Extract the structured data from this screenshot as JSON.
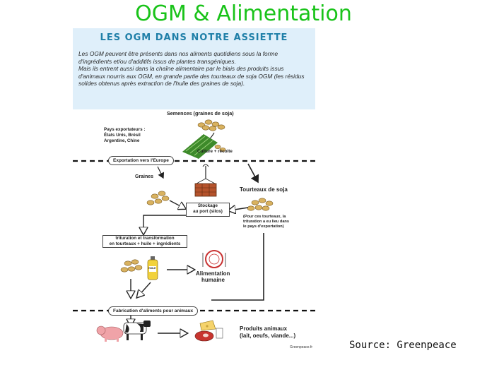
{
  "slide": {
    "title": "OGM & Alimentation",
    "source": "Source: Greenpeace"
  },
  "poster": {
    "title": "LES OGM DANS NOTRE ASSIETTE",
    "intro_1": "Les OGM peuvent être présents dans nos aliments quotidiens sous la forme d'ingrédients et/ou d'additifs issus de plantes transgéniques.",
    "intro_2": "Mais ils entrent aussi dans la chaîne alimentaire par le biais des produits issus d'animaux nourris aux OGM, en grande partie des tourteaux de soja OGM (les résidus solides obtenus après extraction de l'huile des graines de soja).",
    "seeds_label": "Semences (graines de soja)",
    "exporters_line1": "Pays exportateurs :",
    "exporters_line2": "États Unis, Brésil",
    "exporters_line3": "Argentine, Chine",
    "culture_label": "Culture + récolte",
    "export_label": "Exportation vers l'Europe",
    "grains_label": "Graines",
    "cakes_label": "Tourteaux de soja",
    "storage_line1": "Stockage",
    "storage_line2": "au port (silos)",
    "cakes_note_1": "(Pour ces tourteaux, la",
    "cakes_note_2": "trituration a eu lieu dans",
    "cakes_note_3": "le pays d'exportation)",
    "trituration_line1": "trituration et transformation",
    "trituration_line2": "en tourteaux + huile + ingrédients",
    "bottle_label": "HUILE",
    "human_food_line1": "Alimentation",
    "human_food_line2": "humaine",
    "animal_feed_label": "Fabrication d'aliments pour animaux",
    "animal_products_line1": "Produits animaux",
    "animal_products_line2": "(lait, oeufs, viande...)",
    "credit": "Greenpeace.fr"
  },
  "colors": {
    "title_green": "#19c319",
    "poster_bg": "#dfeffa",
    "poster_title": "#1f7fa8",
    "soy_bean": "#d9b25f",
    "crate": "#b5532c",
    "field_green": "#3d8a2a"
  },
  "icons": [
    "soybean-pile-icon",
    "field-icon",
    "crate-icon",
    "bottle-icon",
    "plate-icon",
    "pig-icon",
    "cow-icon",
    "cheese-icon",
    "meat-icon"
  ]
}
